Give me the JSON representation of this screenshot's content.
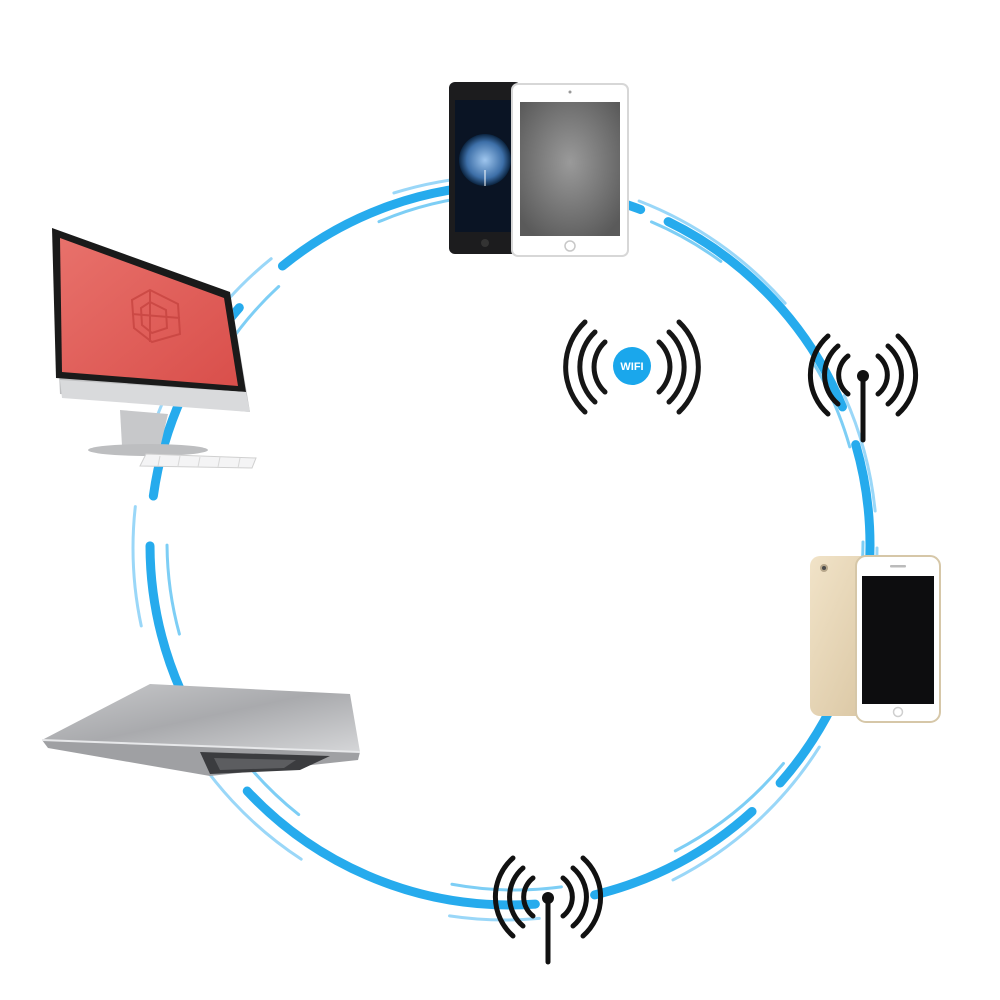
{
  "wifi_badge": {
    "label": "WIFI"
  },
  "colors": {
    "ring": "#1aa7ec",
    "ring_light": "#8fd3f7",
    "monitor_screen": "#e35f5a",
    "device_dark": "#1c1c1e",
    "antenna": "#111111"
  },
  "devices": [
    {
      "id": "tablets",
      "icon": "tablet-pair-icon"
    },
    {
      "id": "desktop",
      "icon": "desktop-computer-icon"
    },
    {
      "id": "laptop",
      "icon": "laptop-icon"
    },
    {
      "id": "phones",
      "icon": "smartphone-pair-icon"
    }
  ],
  "signals": [
    {
      "id": "center",
      "icon": "wifi-signal-icon"
    },
    {
      "id": "right",
      "icon": "antenna-signal-icon"
    },
    {
      "id": "bottom",
      "icon": "antenna-signal-icon"
    }
  ]
}
